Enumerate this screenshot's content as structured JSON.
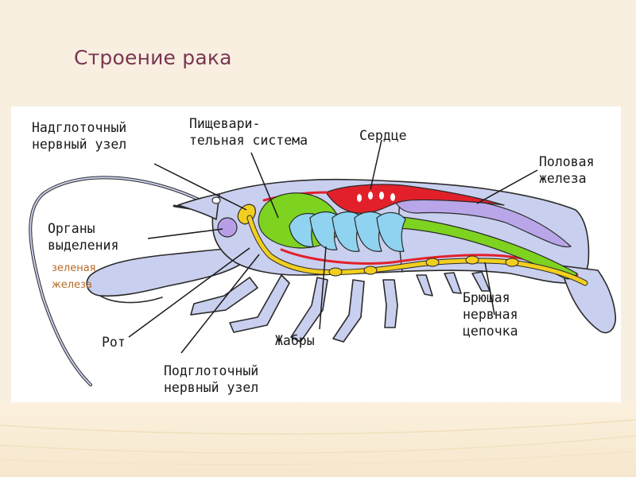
{
  "slide": {
    "title": "Строение рака"
  },
  "labels": {
    "supraglottic_ganglion": {
      "line1": "Надглоточный",
      "line2": "нервный узел"
    },
    "digestive_system": {
      "line1": "Пищевари-",
      "line2": "тельная система"
    },
    "heart": "Сердце",
    "gonad": {
      "line1": "Половая",
      "line2": "железа"
    },
    "excretory_organs": {
      "line1": "Органы",
      "line2": "выделения"
    },
    "green_gland_note": {
      "line1": "зеленая",
      "line2": "железа"
    },
    "mouth": "Рот",
    "gills": "Жабры",
    "ventral_nerve_cord": {
      "line1": "Брюшая",
      "line2": "нервная",
      "line3": "цепочка"
    },
    "subglottic_ganglion": {
      "line1": "Подглоточный",
      "line2": "нервный узел"
    }
  },
  "colors": {
    "body": "#c9cfee",
    "body_outline": "#2a2a2a",
    "digestive": "#7ed321",
    "heart": "#e2202a",
    "nerve": "#f2cf1f",
    "gonad": "#b8a6e8",
    "gills": "#8fd3f0",
    "excretory": "#b79ee6",
    "title": "#7a3552",
    "note": "#b66a2a"
  }
}
